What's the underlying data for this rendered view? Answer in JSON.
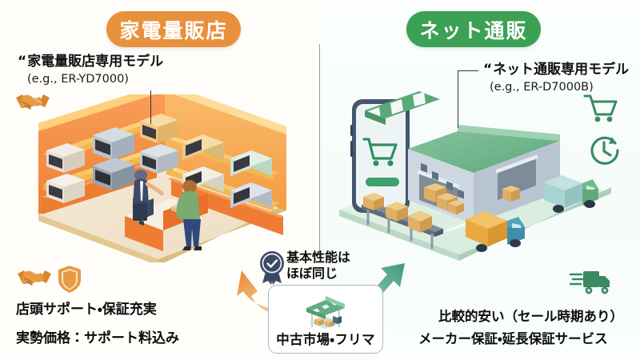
{
  "meta": {
    "background_color": "#fdfefc",
    "accent_orange": "#e8913c",
    "accent_green": "#3ca055"
  },
  "left_panel": {
    "pill_label": "家電量販店",
    "callout": {
      "quote_mark": "“",
      "model_line": "家電量販店専用モデル",
      "model_example": "(e.g., ER-YD7000)"
    },
    "features": [
      "店頭サポート・保証充実",
      "実勢価格：サポート料込み"
    ],
    "icons": [
      "handshake-icon",
      "handshake-icon",
      "shield-icon"
    ],
    "scene": {
      "name": "electronics-retail-store-isometric",
      "floor_color": "#f0e3cd",
      "wall_color": "#f08a3e",
      "shelf_color": "#f5c462",
      "staff_shirt_color": "#3c4a6b",
      "customer_shirt_color": "#7aab72",
      "customer_pants_color": "#2f4a7a",
      "microwave_count": 10
    }
  },
  "right_panel": {
    "pill_label": "ネット通販",
    "callout": {
      "quote_mark": "“",
      "model_line": "ネット通販専用モデル",
      "model_example": "(e.g., ER-D7000B)"
    },
    "features": [
      "比較的安い（セール時期あり）",
      "メーカー保証・延長保証サービス"
    ],
    "icons": [
      "shopping-cart-icon",
      "clock-arrow-icon",
      "fast-delivery-truck-icon"
    ],
    "scene": {
      "name": "ecommerce-warehouse-isometric",
      "ground_color": "#dff0e5",
      "roof_color": "#6cb48a",
      "building_color": "#ccd7e0",
      "phone_body_color": "#46566e",
      "awning_color": "#59a977",
      "box_color": "#e7b96a",
      "truck_colors": [
        "#e8a93f",
        "#3d8fa8",
        "#9dcbc9"
      ],
      "conveyor_box_count": 3
    }
  },
  "center": {
    "badge_icon": "verified-ribbon-icon",
    "badge_text_line1": "基本性能は",
    "badge_text_line2": "ほぼ同じ",
    "market_box": {
      "icon": "market-stall-icon",
      "label": "中古市場・フリマ"
    },
    "arrows": {
      "left": "curved-arrow-to-left-panel",
      "right": "double-headed-arrow-to-right-panel"
    },
    "divider": "vertical-divider-line"
  }
}
